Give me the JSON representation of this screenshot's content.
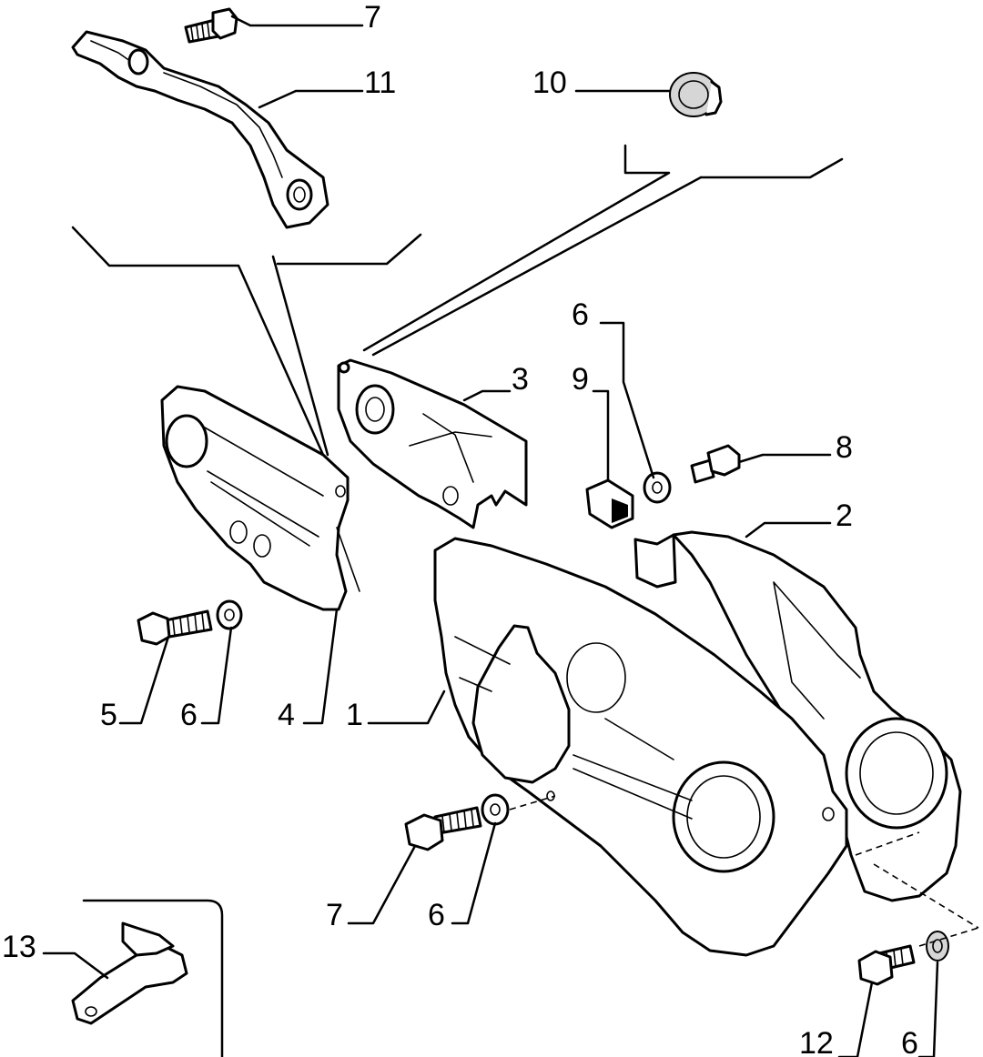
{
  "callouts": [
    {
      "id": "c-7-top",
      "text": "7"
    },
    {
      "id": "c-11",
      "text": "11"
    },
    {
      "id": "c-10",
      "text": "10"
    },
    {
      "id": "c-6-upper",
      "text": "6"
    },
    {
      "id": "c-3",
      "text": "3"
    },
    {
      "id": "c-9",
      "text": "9"
    },
    {
      "id": "c-8",
      "text": "8"
    },
    {
      "id": "c-2",
      "text": "2"
    },
    {
      "id": "c-5",
      "text": "5"
    },
    {
      "id": "c-6-left",
      "text": "6"
    },
    {
      "id": "c-4",
      "text": "4"
    },
    {
      "id": "c-1",
      "text": "1"
    },
    {
      "id": "c-7-bottom",
      "text": "7"
    },
    {
      "id": "c-6-bottom",
      "text": "6"
    },
    {
      "id": "c-13",
      "text": "13"
    },
    {
      "id": "c-12",
      "text": "12"
    },
    {
      "id": "c-6-right",
      "text": "6"
    }
  ],
  "colors": {
    "ink": "#000000",
    "paper": "#ffffff",
    "shade": "#d6d6d6"
  }
}
